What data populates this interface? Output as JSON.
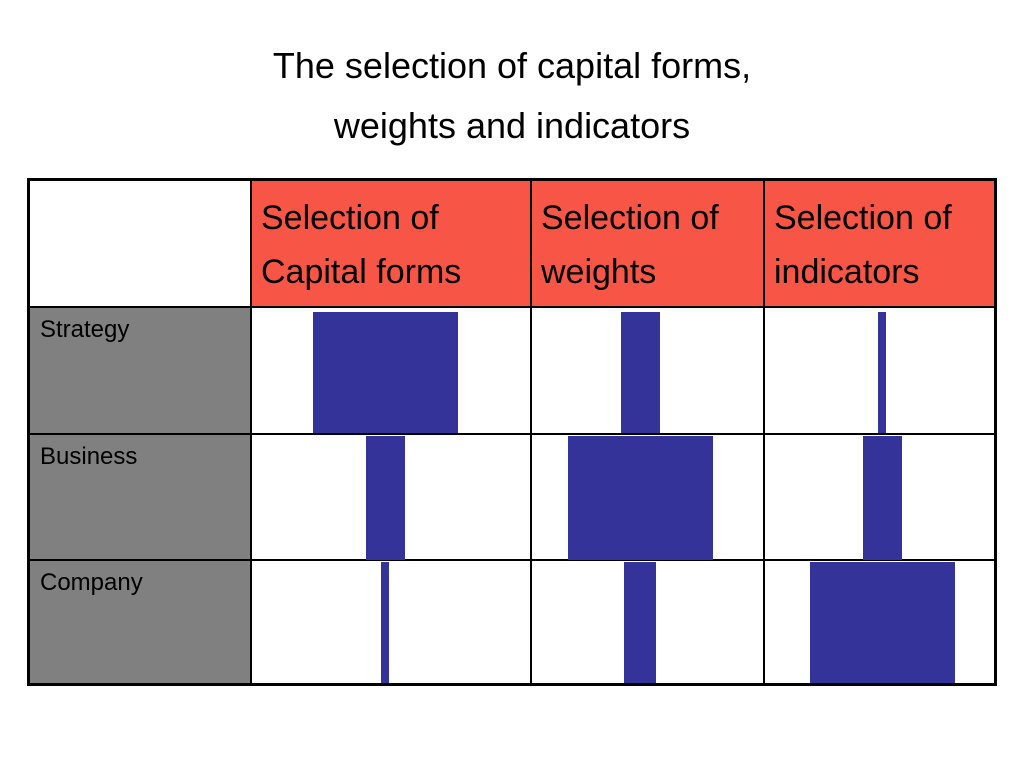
{
  "title": {
    "line1": "The selection of capital forms,",
    "line2": "weights and indicators"
  },
  "columns": [
    {
      "line1": "Selection of",
      "line2": "Capital forms"
    },
    {
      "line1": "Selection of",
      "line2": "weights"
    },
    {
      "line1": "Selection of",
      "line2": "indicators"
    }
  ],
  "rows": [
    "Strategy",
    "Business",
    "Company"
  ],
  "emphasis": [
    [
      1.0,
      0.27,
      0.05
    ],
    [
      0.27,
      1.0,
      0.27
    ],
    [
      0.05,
      0.22,
      1.0
    ]
  ],
  "colors": {
    "header": "#f75545",
    "row_label": "#808080",
    "bar": "#343399"
  }
}
